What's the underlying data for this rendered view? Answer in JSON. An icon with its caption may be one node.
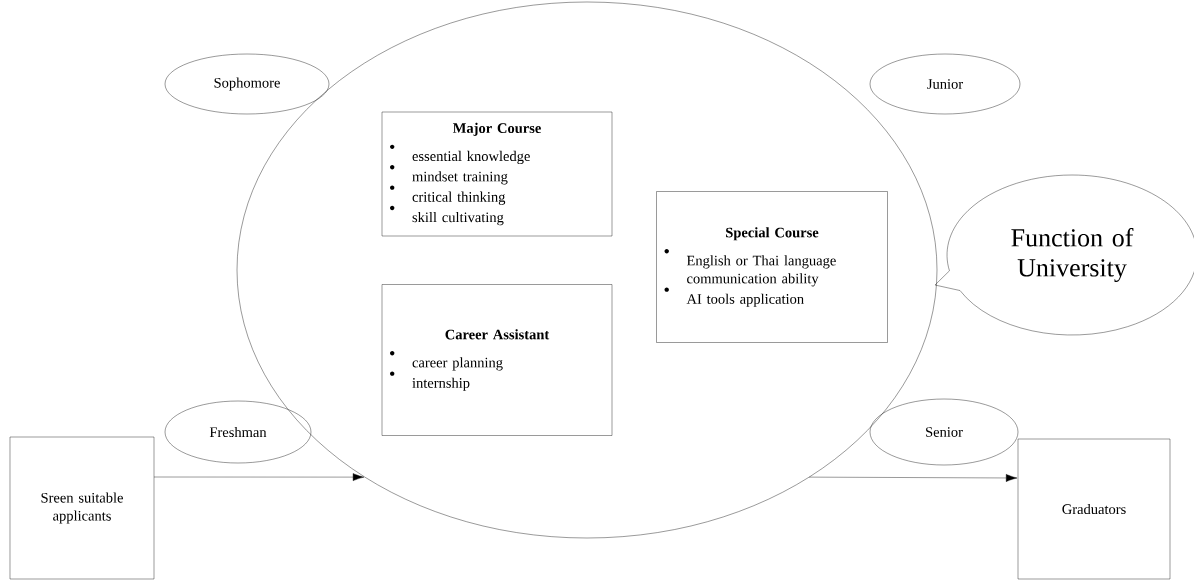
{
  "diagram": {
    "nodes": [
      {
        "text": [],
        "shape": "ellipse"
      },
      {
        "text": [
          "Sophomore"
        ]
      },
      {
        "text": [
          "Junior"
        ]
      },
      {
        "text": [
          "Major Course",
          "essential knowledge",
          "mindset training",
          "critical thinking",
          "skill cultivating"
        ],
        "in": 0
      },
      {
        "text": [
          "Special Course",
          "English or Thai language communication ability",
          "AI tools application"
        ],
        "in": 0
      },
      {
        "text": [
          "Career Assistant",
          "career planning",
          "internship"
        ],
        "in": 0
      },
      {
        "text": [
          "Function of University"
        ]
      },
      {
        "text": [
          "Freshman"
        ]
      },
      {
        "text": [
          "Senior"
        ]
      },
      {
        "text": [
          "Sreen suitable applicants"
        ]
      },
      {
        "text": [
          "Graduators"
        ]
      }
    ],
    "edges": [
      {
        "from": 9,
        "to": 0,
        "arrow": "to"
      },
      {
        "from": 0,
        "to": 10,
        "arrow": "to"
      }
    ]
  }
}
